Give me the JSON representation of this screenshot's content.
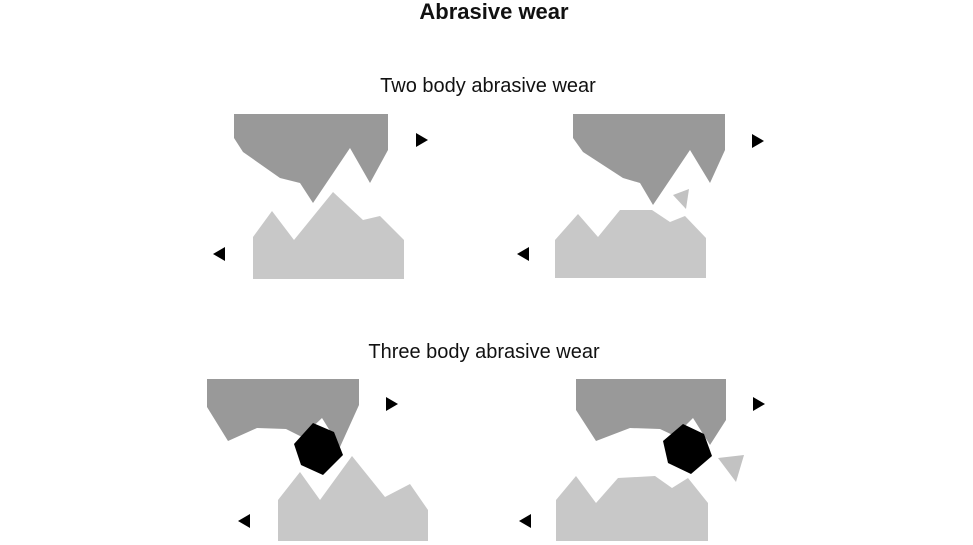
{
  "title": "Abrasive wear",
  "sections": [
    {
      "label": "Two body abrasive wear"
    },
    {
      "label": "Three body abrasive wear"
    }
  ],
  "colors": {
    "upper_body": "#999999",
    "lower_body": "#c8c8c8",
    "debris": "#c2c2c2",
    "abrasive_particle": "#000000",
    "arrow": "#1a1a1a"
  }
}
